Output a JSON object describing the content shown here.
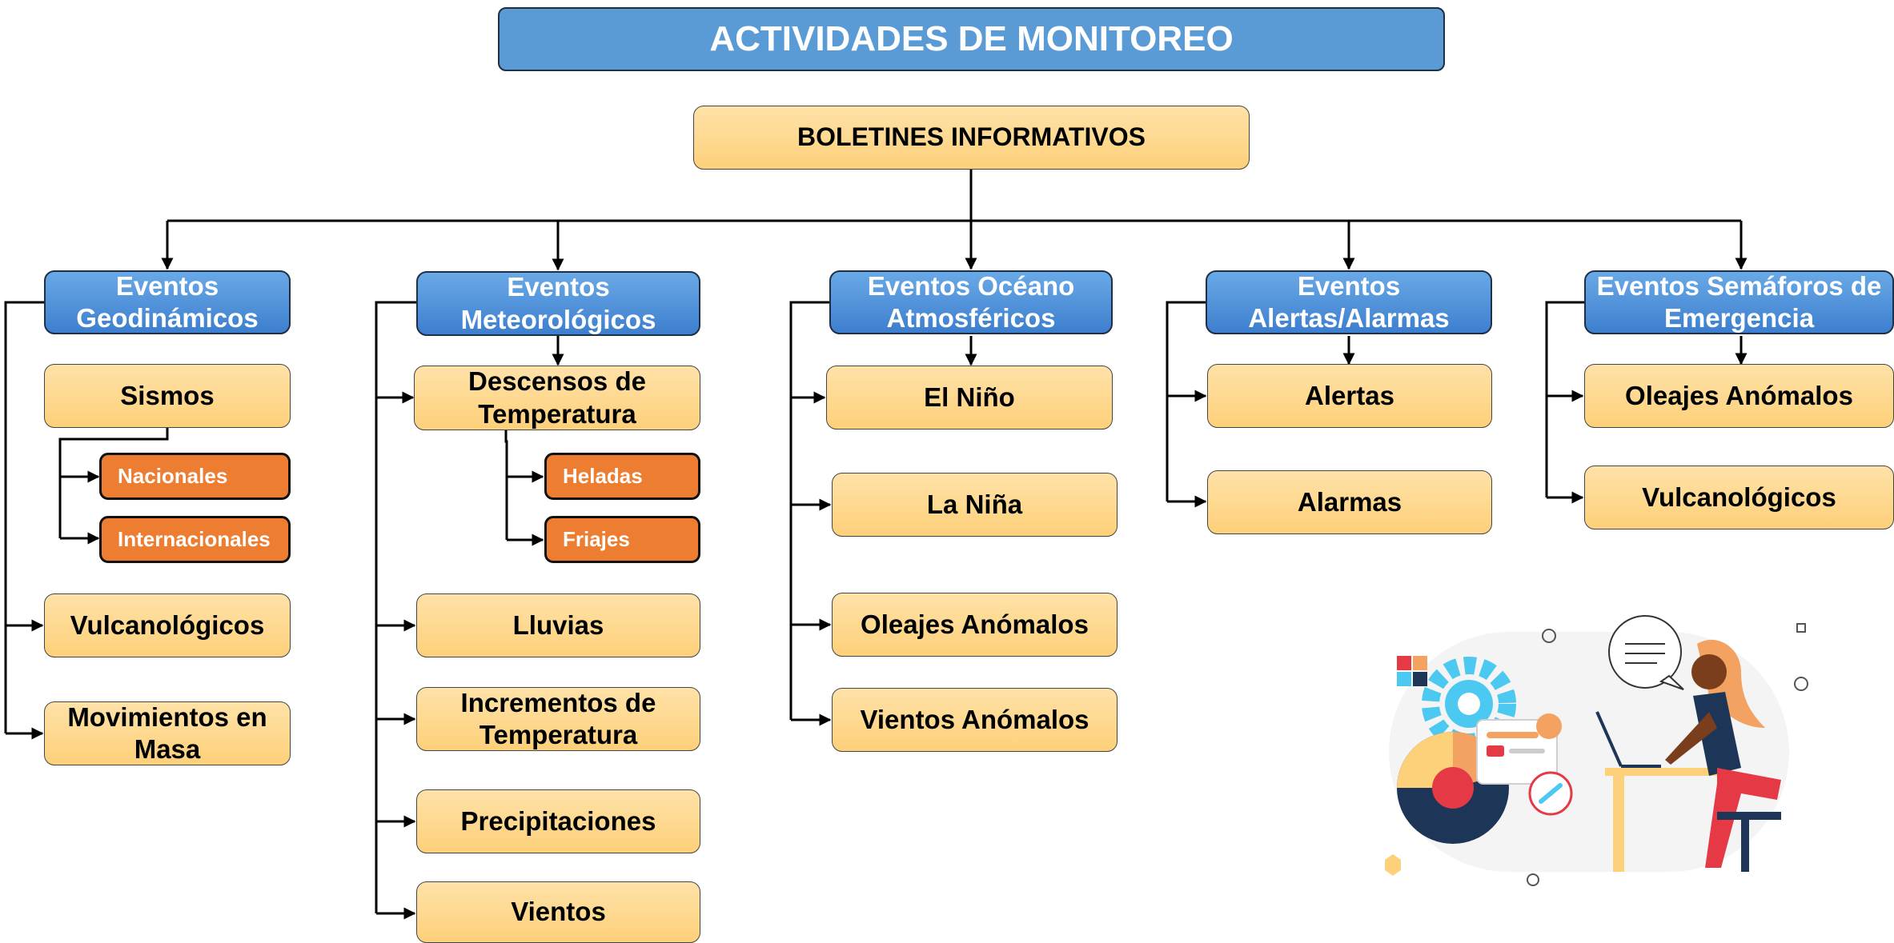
{
  "title": "ACTIVIDADES DE MONITOREO",
  "root": "BOLETINES INFORMATIVOS",
  "branches": [
    {
      "label": "Eventos Geodinámicos",
      "items": [
        {
          "label": "Sismos",
          "subitems": [
            "Nacionales",
            "Internacionales"
          ]
        },
        {
          "label": "Vulcanológicos"
        },
        {
          "label": "Movimientos en Masa"
        }
      ]
    },
    {
      "label": "Eventos Meteorológicos",
      "items": [
        {
          "label": "Descensos de Temperatura",
          "subitems": [
            "Heladas",
            "Friajes"
          ]
        },
        {
          "label": "Lluvias"
        },
        {
          "label": "Incrementos de Temperatura"
        },
        {
          "label": "Precipitaciones"
        },
        {
          "label": "Vientos"
        }
      ]
    },
    {
      "label": "Eventos Océano Atmosféricos",
      "items": [
        {
          "label": "El Niño"
        },
        {
          "label": "La Niña"
        },
        {
          "label": "Oleajes Anómalos"
        },
        {
          "label": "Vientos Anómalos"
        }
      ]
    },
    {
      "label": "Eventos Alertas/Alarmas",
      "items": [
        {
          "label": "Alertas"
        },
        {
          "label": "Alarmas"
        }
      ]
    },
    {
      "label": "Eventos Semáforos de Emergencia",
      "items": [
        {
          "label": "Oleajes Anómalos"
        },
        {
          "label": "Vulcanológicos"
        }
      ]
    }
  ],
  "colors": {
    "title_blue": "#5b9bd5",
    "box_yellow": "#fdd68a",
    "sub_orange": "#ed7d31",
    "line": "#000000"
  },
  "illustration": "person-at-laptop-with-charts"
}
